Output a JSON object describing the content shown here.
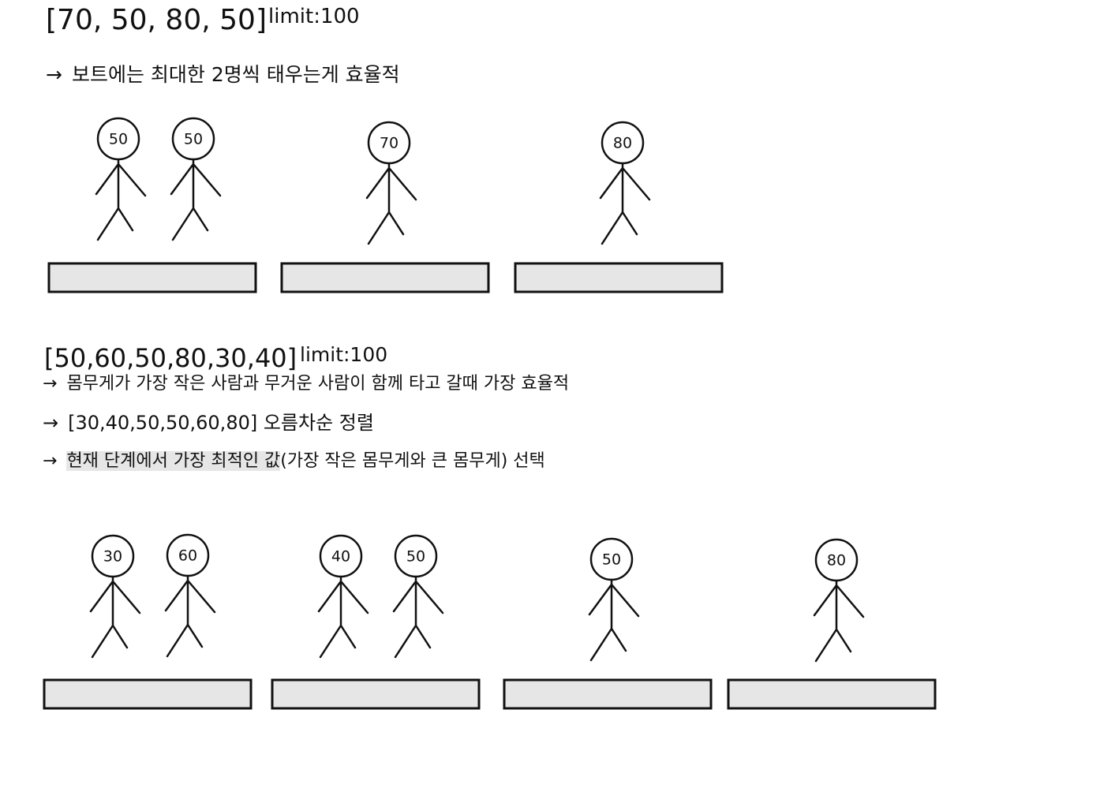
{
  "example1": {
    "array_text": "[70, 50, 80, 50]",
    "limit_text": "limit:100",
    "note": {
      "arrow": "→",
      "text": "보트에는 최대한 2명씩 태우는게 효율적"
    },
    "boats": [
      {
        "people": [
          "50",
          "50"
        ]
      },
      {
        "people": [
          "70"
        ]
      },
      {
        "people": [
          "80"
        ]
      }
    ]
  },
  "example2": {
    "array_text": "[50,60,50,80,30,40]",
    "limit_text": "limit:100",
    "notes": [
      {
        "arrow": "→",
        "text": "몸무게가 가장 작은 사람과 무거운 사람이 함께 타고 갈때 가장 효율적"
      },
      {
        "arrow": "→",
        "text": "[30,40,50,50,60,80] 오름차순 정렬"
      },
      {
        "arrow": "→",
        "text_highlighted": "현재 단계에서 가장 최적인 값",
        "text_rest": "(가장 작은 몸무게와 큰 몸무게) 선택"
      }
    ],
    "boats": [
      {
        "people": [
          "30",
          "60"
        ]
      },
      {
        "people": [
          "40",
          "50"
        ]
      },
      {
        "people": [
          "50"
        ]
      },
      {
        "people": [
          "80"
        ]
      }
    ]
  },
  "colors": {
    "ink": "#111111",
    "boat_fill": "#e6e6e6",
    "background": "#ffffff",
    "highlight": "#e6e6e6"
  }
}
